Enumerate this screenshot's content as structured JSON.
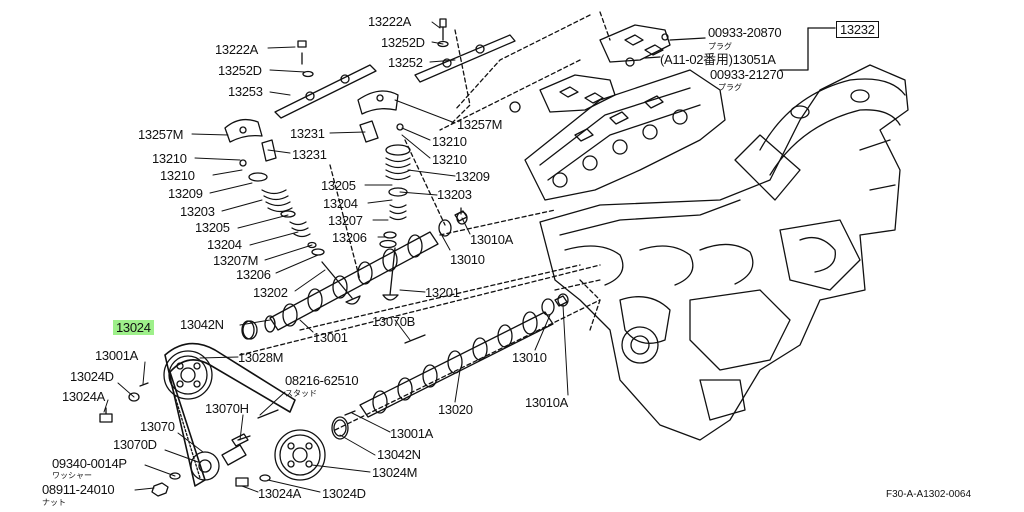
{
  "diagram": {
    "labels": [
      {
        "id": "l13222A_top",
        "text": "13222A"
      },
      {
        "id": "l13252D_top",
        "text": "13252D"
      },
      {
        "id": "l13252",
        "text": "13252"
      },
      {
        "id": "l13222A",
        "text": "13222A"
      },
      {
        "id": "l13252D",
        "text": "13252D"
      },
      {
        "id": "l13253",
        "text": "13253"
      },
      {
        "id": "l13257M_left",
        "text": "13257M"
      },
      {
        "id": "l13210_a",
        "text": "13210"
      },
      {
        "id": "l13231_mid",
        "text": "13231"
      },
      {
        "id": "l13231_left",
        "text": "13231"
      },
      {
        "id": "l13210_b",
        "text": "13210"
      },
      {
        "id": "l13209_left",
        "text": "13209"
      },
      {
        "id": "l13203_left",
        "text": "13203"
      },
      {
        "id": "l13205_left",
        "text": "13205"
      },
      {
        "id": "l13204_left",
        "text": "13204"
      },
      {
        "id": "l13207M",
        "text": "13207M"
      },
      {
        "id": "l13206_left",
        "text": "13206"
      },
      {
        "id": "l13202",
        "text": "13202"
      },
      {
        "id": "l13257M_right",
        "text": "13257M"
      },
      {
        "id": "l13210_r",
        "text": "13210"
      },
      {
        "id": "l13210_r2",
        "text": "13210"
      },
      {
        "id": "l13209_r",
        "text": "13209"
      },
      {
        "id": "l13205_r",
        "text": "13205"
      },
      {
        "id": "l13203_r",
        "text": "13203"
      },
      {
        "id": "l13204_r",
        "text": "13204"
      },
      {
        "id": "l13207_r",
        "text": "13207"
      },
      {
        "id": "l13206_r",
        "text": "13206"
      },
      {
        "id": "l13010A_top",
        "text": "13010A"
      },
      {
        "id": "l13010_top",
        "text": "13010"
      },
      {
        "id": "l13201",
        "text": "13201"
      },
      {
        "id": "l13024",
        "text": "13024",
        "highlight": true
      },
      {
        "id": "l13042N_top",
        "text": "13042N"
      },
      {
        "id": "l13001",
        "text": "13001"
      },
      {
        "id": "l13070B",
        "text": "13070B"
      },
      {
        "id": "l13001A_top",
        "text": "13001A"
      },
      {
        "id": "l13028M",
        "text": "13028M"
      },
      {
        "id": "l13024D_left",
        "text": "13024D"
      },
      {
        "id": "l08216",
        "text": "08216-62510"
      },
      {
        "id": "l13024A_left",
        "text": "13024A"
      },
      {
        "id": "l13070H",
        "text": "13070H"
      },
      {
        "id": "l13070",
        "text": "13070"
      },
      {
        "id": "l13070D",
        "text": "13070D"
      },
      {
        "id": "l09340",
        "text": "09340-0014P"
      },
      {
        "id": "l08911",
        "text": "08911-24010"
      },
      {
        "id": "l13024A_bot",
        "text": "13024A"
      },
      {
        "id": "l13024D_bot",
        "text": "13024D"
      },
      {
        "id": "l13024M",
        "text": "13024M"
      },
      {
        "id": "l13042N_bot",
        "text": "13042N"
      },
      {
        "id": "l13001A_bot",
        "text": "13001A"
      },
      {
        "id": "l13020",
        "text": "13020"
      },
      {
        "id": "l13010_mid",
        "text": "13010"
      },
      {
        "id": "l13010A_bot",
        "text": "13010A"
      },
      {
        "id": "l00933_20870",
        "text": "00933-20870"
      },
      {
        "id": "l13051A",
        "text": "(A11-02番用)13051A"
      },
      {
        "id": "l00933_21270",
        "text": "00933-21270"
      },
      {
        "id": "l13232",
        "text": "13232",
        "boxed": true
      }
    ],
    "notes": [
      {
        "id": "n_plug1",
        "text": "プラグ"
      },
      {
        "id": "n_plug2",
        "text": "プラグ"
      },
      {
        "id": "n_stud",
        "text": "スタッド"
      },
      {
        "id": "n_washer",
        "text": "ワッシャー"
      },
      {
        "id": "n_nut",
        "text": "ナット"
      }
    ],
    "drawing_code": "F30-A-A1302-0064"
  }
}
